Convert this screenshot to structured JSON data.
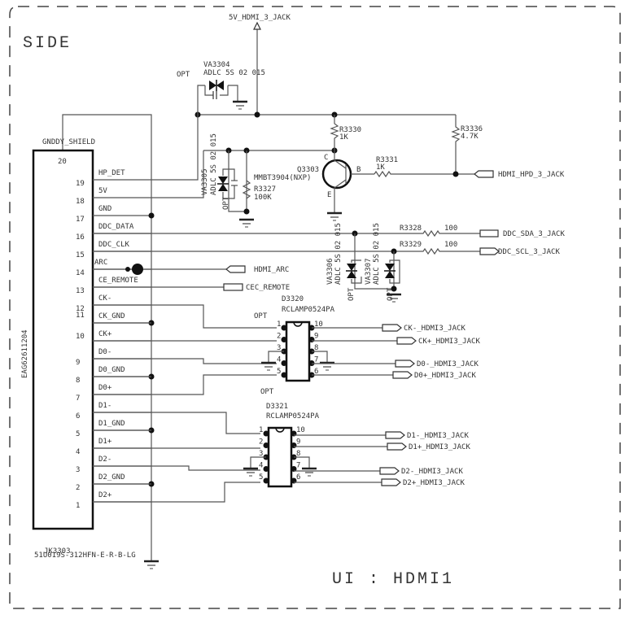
{
  "titles": {
    "side": "SIDE",
    "ui": "UI : HDMI1"
  },
  "power_net": "5V_HDMI_3_JACK",
  "connector": {
    "ref": "JK3303",
    "part": "51U019S-312HFN-E-R-B-LG",
    "code": "EAG62611204",
    "shield": "GNDDY_SHIELD",
    "pin20": "20",
    "pins": [
      {
        "num": "19",
        "name": "HP_DET"
      },
      {
        "num": "18",
        "name": "5V"
      },
      {
        "num": "17",
        "name": "GND"
      },
      {
        "num": "16",
        "name": "DDC_DATA"
      },
      {
        "num": "15",
        "name": "DDC_CLK"
      },
      {
        "num": "14",
        "name": "ARC"
      },
      {
        "num": "13",
        "name": "CE_REMOTE"
      },
      {
        "num": "12",
        "name": "CK-"
      },
      {
        "num": "11",
        "name": "CK_GND"
      },
      {
        "num": "10",
        "name": "CK+"
      },
      {
        "num": "9",
        "name": "D0-"
      },
      {
        "num": "8",
        "name": "D0_GND"
      },
      {
        "num": "7",
        "name": "D0+"
      },
      {
        "num": "6",
        "name": "D1-"
      },
      {
        "num": "5",
        "name": "D1_GND"
      },
      {
        "num": "4",
        "name": "D1+"
      },
      {
        "num": "3",
        "name": "D2-"
      },
      {
        "num": "2",
        "name": "D2_GND"
      },
      {
        "num": "1",
        "name": "D2+"
      }
    ]
  },
  "components": {
    "va3304": {
      "ref": "VA3304",
      "part": "ADLC 5S 02 015",
      "opt": "OPT"
    },
    "va3305": {
      "ref": "VA3305",
      "part": "ADLC 5S 02 015",
      "opt": "OPT"
    },
    "va3306": {
      "ref": "VA3306",
      "part": "ADLC 5S 02 015",
      "opt": "OPT"
    },
    "va3307": {
      "ref": "VA3307",
      "part": "ADLC 5S 02 015",
      "opt": "OPT"
    },
    "r3327": {
      "ref": "R3327",
      "value": "100K"
    },
    "r3330": {
      "ref": "R3330",
      "value": "1K"
    },
    "r3331": {
      "ref": "R3331",
      "value": "1K"
    },
    "r3336": {
      "ref": "R3336",
      "value": "4.7K"
    },
    "r3328": {
      "ref": "R3328",
      "value": "100"
    },
    "r3329": {
      "ref": "R3329",
      "value": "100"
    },
    "q3303": {
      "ref": "Q3303",
      "part": "MMBT3904(NXP)",
      "c": "C",
      "b": "B",
      "e": "E"
    },
    "d3320": {
      "ref": "D3320",
      "part": "RCLAMP0524PA",
      "opt": "OPT"
    },
    "d3321": {
      "ref": "D3321",
      "part": "RCLAMP0524PA",
      "opt": "OPT"
    }
  },
  "ic_pins": {
    "left": [
      "1",
      "2",
      "3",
      "4",
      "5"
    ],
    "right": [
      "10",
      "9",
      "8",
      "7",
      "6"
    ]
  },
  "nets": {
    "hpd": "HDMI_HPD_3_JACK",
    "sda": "DDC_SDA_3_JACK",
    "scl": "DDC_SCL_3_JACK",
    "arc": "HDMI_ARC",
    "cec": "CEC_REMOTE",
    "ckm": "CK-_HDMI3_JACK",
    "ckp": "CK+_HDMI3_JACK",
    "d0m": "D0-_HDMI3_JACK",
    "d0p": "D0+_HDMI3_JACK",
    "d1m": "D1-_HDMI3_JACK",
    "d1p": "D1+_HDMI3_JACK",
    "d2m": "D2-_HDMI3_JACK",
    "d2p": "D2+_HDMI3_JACK"
  }
}
